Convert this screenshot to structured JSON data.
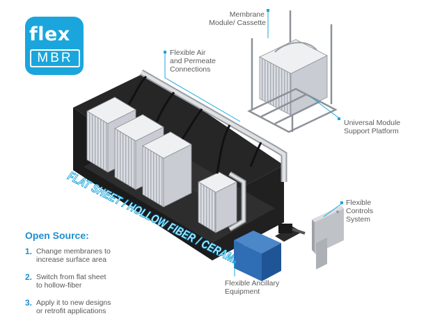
{
  "logo": {
    "word": "flex",
    "box": "MBR"
  },
  "labels": {
    "membrane": [
      "Membrane",
      "Module/ Cassette"
    ],
    "air": [
      "Flexible Air",
      "and Permeate",
      "Connections"
    ],
    "support": [
      "Universal Module",
      "Support Platform"
    ],
    "controls": [
      "Flexible",
      "Controls",
      "System"
    ],
    "ancillary": [
      "Flexible Ancillary",
      "Equipment"
    ]
  },
  "diagonal_text": "FLAT SHEET / HOLLOW FIBER / CERAMIC",
  "open_source": {
    "title": "Open Source:",
    "items": [
      {
        "num": "1.",
        "lines": [
          "Change membranes to",
          "increase surface area"
        ]
      },
      {
        "num": "2.",
        "lines": [
          "Switch from flat sheet",
          "to hollow-fiber"
        ]
      },
      {
        "num": "3.",
        "lines": [
          "Apply it to new designs",
          "or retrofit applications"
        ]
      }
    ]
  },
  "colors": {
    "accent": "#1aa6dc",
    "tank": "#1e1e1e",
    "pipe": "#c7c9cc",
    "ancillary": "#2f6db5"
  }
}
